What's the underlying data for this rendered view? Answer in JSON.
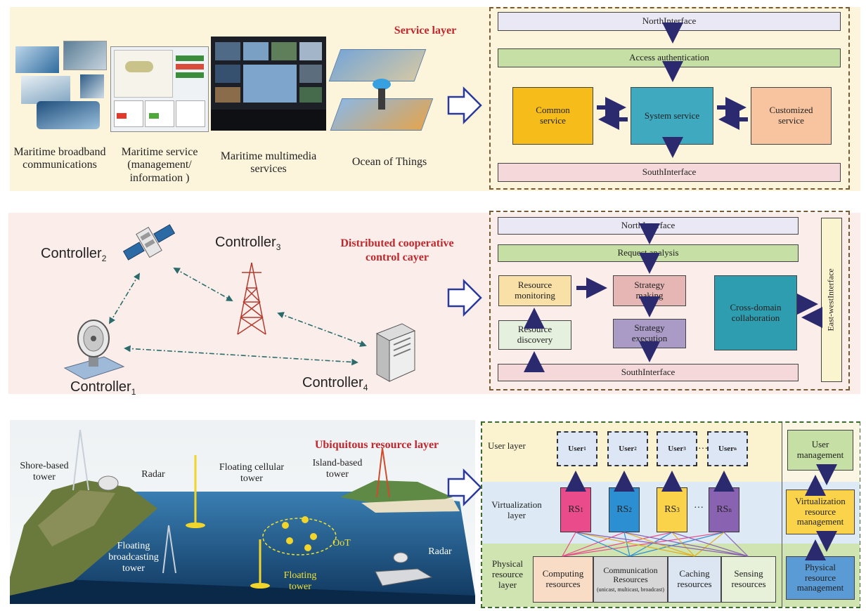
{
  "colors": {
    "title_red": "#c0272d",
    "service_bg": "#fcf5dc",
    "control_bg": "#fbeeea",
    "north_interface": "#eae8f4",
    "green_bar": "#c5dfa4",
    "south_interface": "#f5d9da",
    "common_service": "#f6bd1a",
    "system_service": "#3fa9c0",
    "customized_service": "#f8c4a0",
    "strategy_making": "#e5b6b3",
    "strategy_execution": "#a99ac6",
    "cross_domain": "#2f9db0",
    "resource_monitoring": "#f8e0a6",
    "resource_discovery": "#e6f0de",
    "east_west": "#faf4cf",
    "rs1": "#ea4b8b",
    "rs2": "#2c8fd1",
    "rs3": "#fad34a",
    "rsn": "#8a62b2",
    "user_layer_bg": "#fbf3cf",
    "virt_layer_bg": "#dde9f4",
    "phys_layer_bg": "#cfe4b0",
    "arrow": "#2b2a6f"
  },
  "service_layer": {
    "title": "Service layer",
    "images": [
      {
        "caption": "Maritime broadband communications",
        "icon": "ship-photo-collage"
      },
      {
        "caption": "Maritime service (management/ information )",
        "icon": "map-software-screenshot"
      },
      {
        "caption": "Maritime multimedia services",
        "icon": "video-wall-photo"
      },
      {
        "caption": "Ocean of Things",
        "icon": "ocean-iot-illustration"
      }
    ],
    "diagram": {
      "north_interface": "NorthInterface",
      "access_authentication": "Access authentication",
      "common_service": "Common service",
      "system_service": "System service",
      "customized_service": "Customized service",
      "south_interface": "SouthInterface"
    }
  },
  "control_layer": {
    "title": "Distributed cooperative control cayer",
    "controllers": [
      {
        "base": "Controller",
        "sub": "1",
        "icon": "satellite-dish-icon"
      },
      {
        "base": "Controller",
        "sub": "2",
        "icon": "satellite-icon"
      },
      {
        "base": "Controller",
        "sub": "3",
        "icon": "cell-tower-icon"
      },
      {
        "base": "Controller",
        "sub": "4",
        "icon": "server-icon"
      }
    ],
    "diagram": {
      "north_interface": "NorthInterface",
      "request_analysis": "Request analysis",
      "resource_monitoring": "Resource monitoring",
      "resource_discovery": "Resource discovery",
      "strategy_making": "Strategy making",
      "strategy_execution": "Strategy execution",
      "cross_domain": "Cross-domain collaboration",
      "east_west": "East-westInterface",
      "south_interface": "SouthInterface"
    }
  },
  "resource_layer": {
    "title": "Ubiquitous resource layer",
    "scene_labels": {
      "shore_tower": "Shore-based tower",
      "radar_1": "Radar",
      "floating_cellular": "Floating cellular tower",
      "island_tower": "Island-based tower",
      "floating_broadcasting": "Floating broadcasting tower",
      "oot": "OoT",
      "floating_tower": "Floating tower",
      "radar_2": "Radar"
    },
    "diagram": {
      "user_layer": "User layer",
      "virtualization_layer": "Virtualization layer",
      "physical_layer": "Physical resource layer",
      "users": [
        {
          "base": "User",
          "sub": "1"
        },
        {
          "base": "User",
          "sub": "2"
        },
        {
          "base": "User",
          "sub": "3"
        },
        {
          "base": "User",
          "sub": "n"
        }
      ],
      "ellipsis": "···",
      "rs": [
        {
          "base": "RS",
          "sub": "1"
        },
        {
          "base": "RS",
          "sub": "2"
        },
        {
          "base": "RS",
          "sub": "3"
        },
        {
          "base": "RS",
          "sub": "n"
        }
      ],
      "computing": "Computing resources",
      "communication": "Communication Resources",
      "communication_sub": "(unicast, multicast, broadcast)",
      "caching": "Caching resources",
      "sensing": "Sensing resources",
      "user_management": "User management",
      "virtualization_management": "Virtualization resource management",
      "physical_management": "Physical resource management"
    }
  }
}
